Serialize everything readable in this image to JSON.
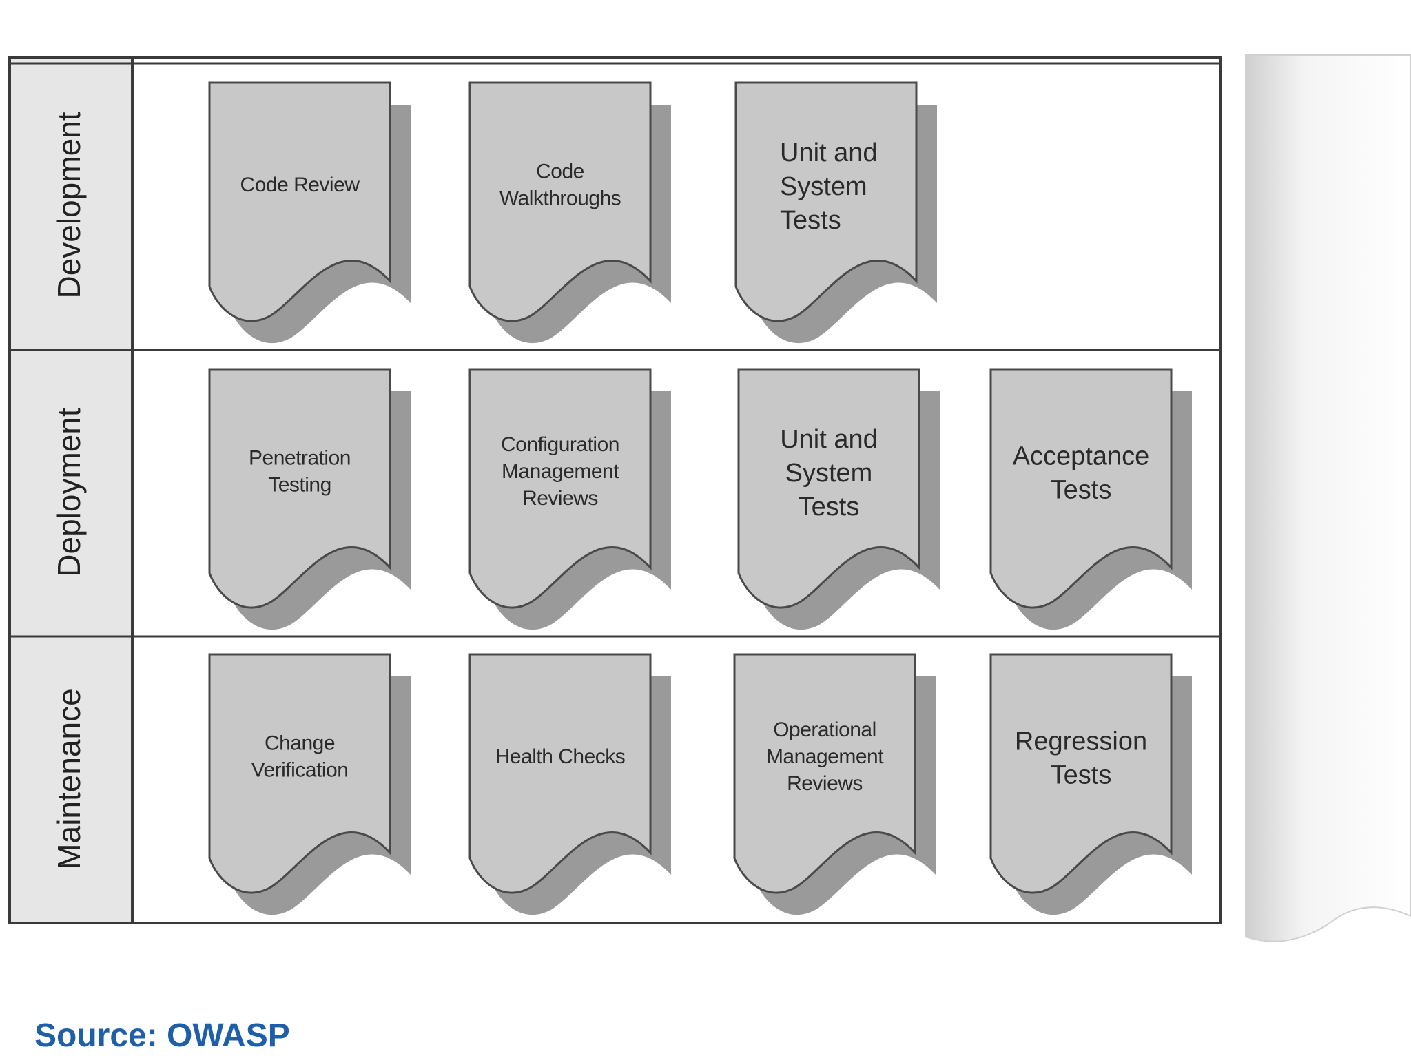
{
  "lanes": [
    {
      "label": "Development",
      "docs": [
        {
          "lines": [
            "Code Review"
          ],
          "size": "small"
        },
        {
          "lines": [
            "Code",
            "Walkthroughs"
          ],
          "size": "small"
        },
        {
          "lines": [
            "Unit and",
            "System",
            "Tests"
          ],
          "size": "large",
          "align": "left"
        }
      ]
    },
    {
      "label": "Deployment",
      "docs": [
        {
          "lines": [
            "Penetration",
            "Testing"
          ],
          "size": "small"
        },
        {
          "lines": [
            "Configuration",
            "Management",
            "Reviews"
          ],
          "size": "small"
        },
        {
          "lines": [
            "Unit and",
            "System",
            "Tests"
          ],
          "size": "large"
        },
        {
          "lines": [
            "Acceptance",
            "Tests"
          ],
          "size": "large"
        }
      ]
    },
    {
      "label": "Maintenance",
      "docs": [
        {
          "lines": [
            "Change",
            "Verification"
          ],
          "size": "small"
        },
        {
          "lines": [
            "Health Checks"
          ],
          "size": "small"
        },
        {
          "lines": [
            "Operational",
            "Management",
            "Reviews"
          ],
          "size": "small"
        },
        {
          "lines": [
            "Regression",
            "Tests"
          ],
          "size": "large"
        }
      ]
    }
  ],
  "source": "Source: OWASP",
  "colors": {
    "doc_fill": "#c8c8c8",
    "doc_shadow": "#9a9a9a",
    "label_column": "#e6e6e6",
    "source_text": "#1f5fa8"
  }
}
